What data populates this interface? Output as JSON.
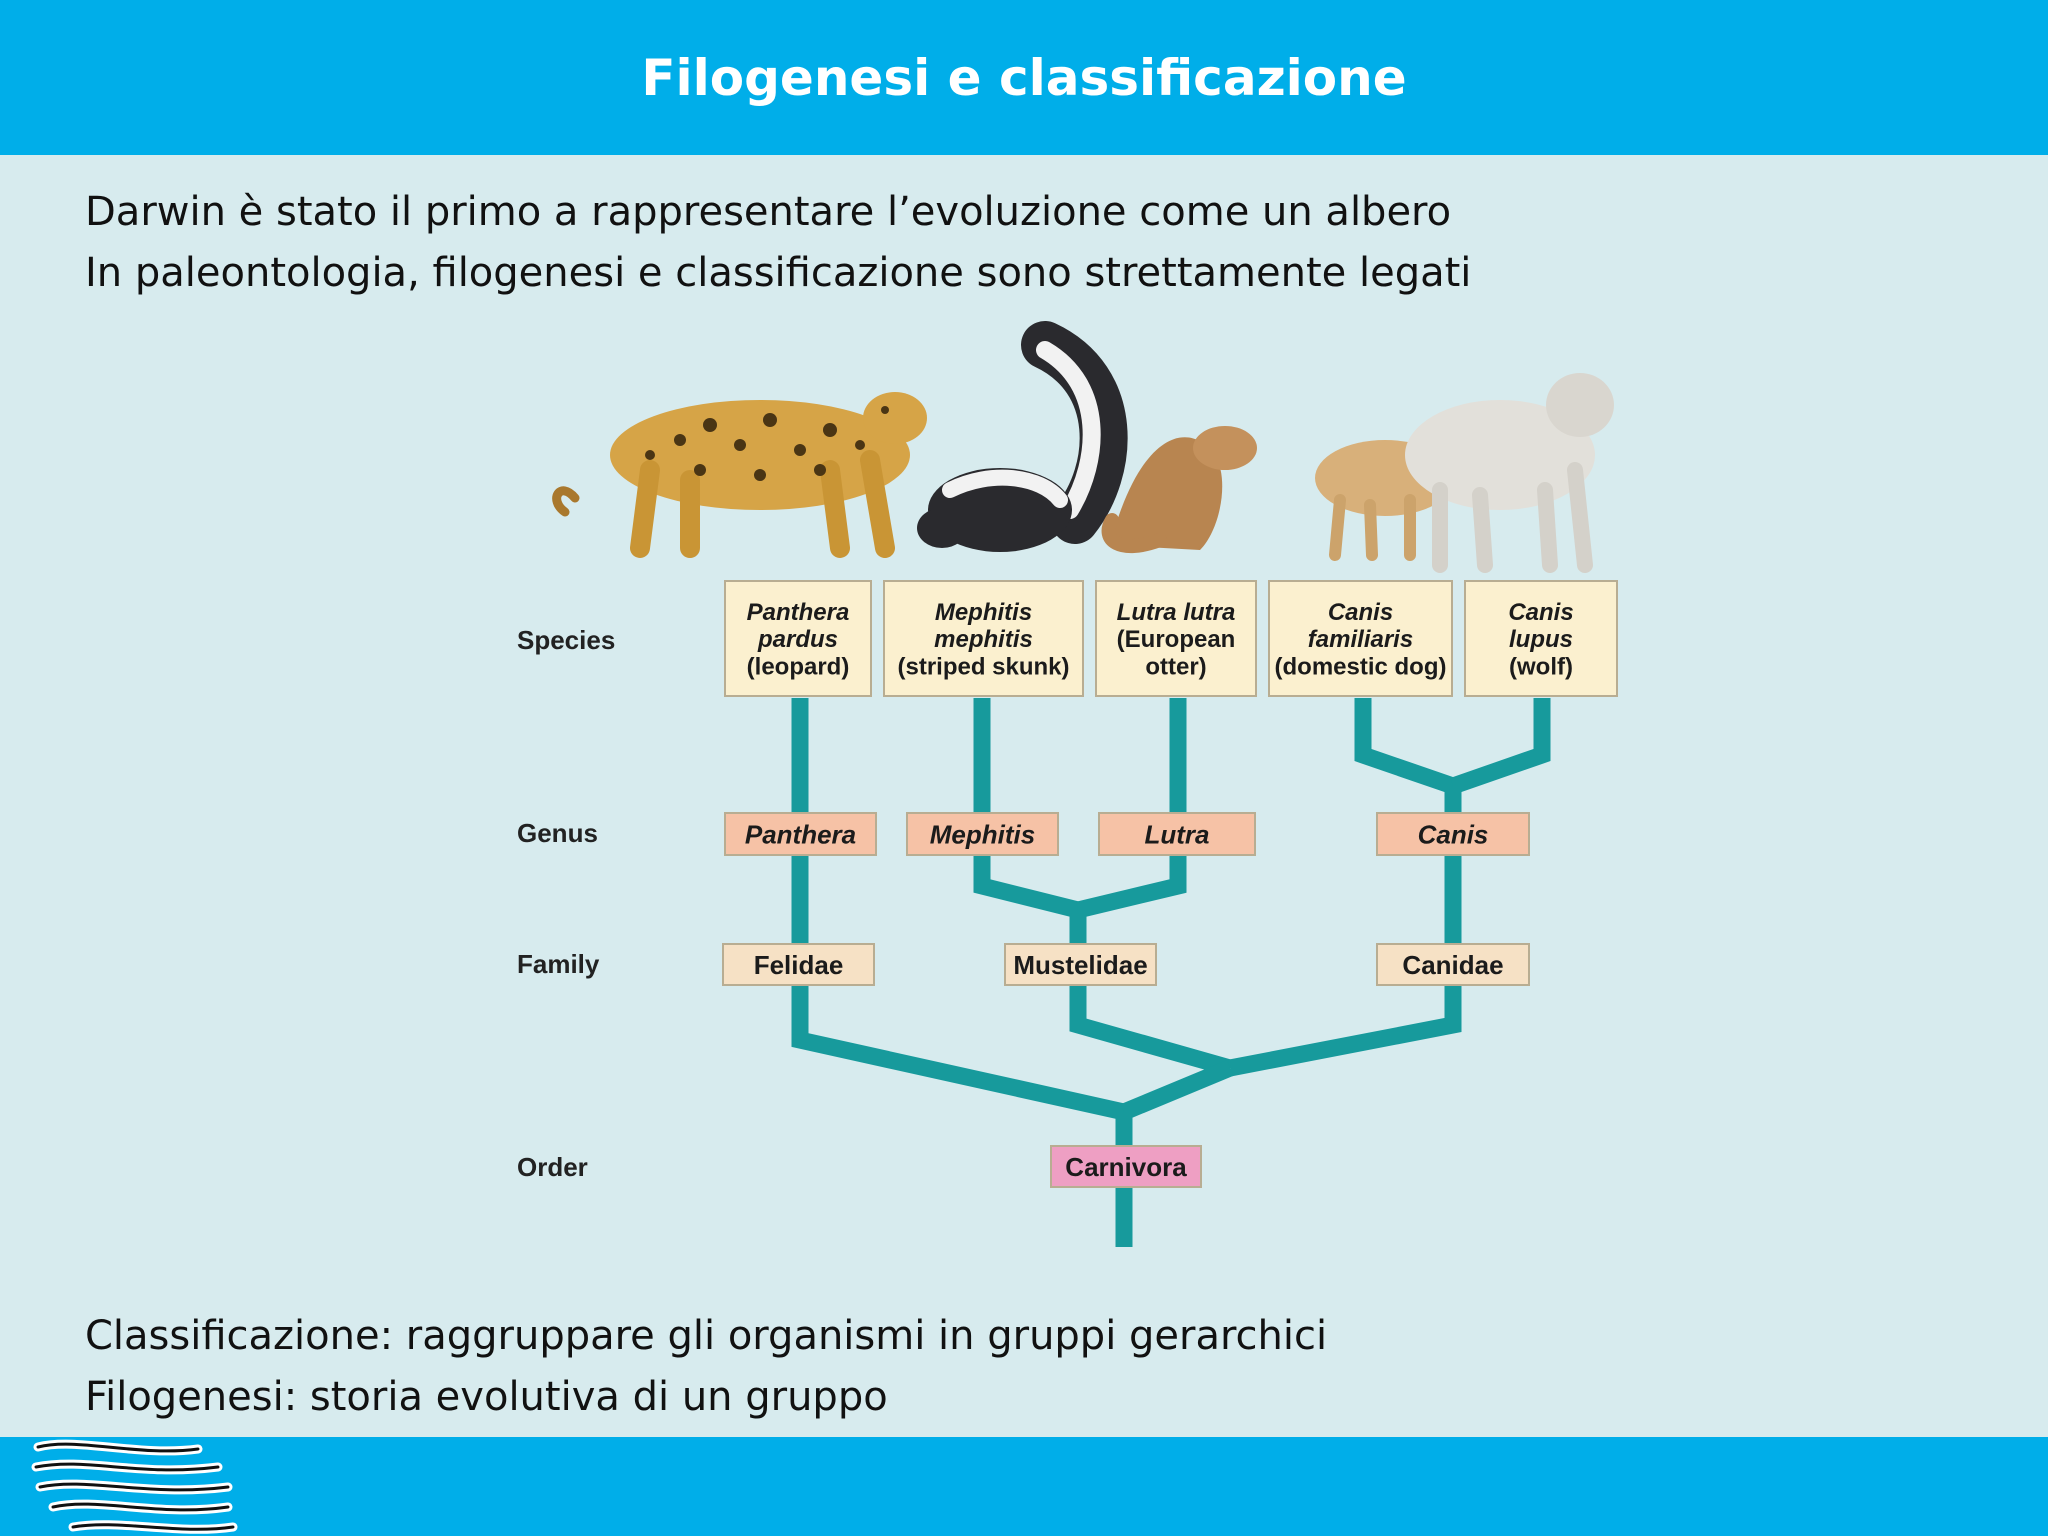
{
  "header": {
    "title": "Filogenesi e classificazione"
  },
  "intro": {
    "line1": "Darwin è stato il primo a rappresentare l’evoluzione come un albero",
    "line2": "In paleontologia, filogenesi e classificazione sono strettamente legati"
  },
  "definitions": {
    "line1": "Classificazione: raggruppare gli organismi in gruppi gerarchici",
    "line2": "Filogenesi: storia evolutiva di un gruppo"
  },
  "tree": {
    "rank_labels": {
      "species": "Species",
      "genus": "Genus",
      "family": "Family",
      "order": "Order"
    },
    "species": [
      {
        "lines": [
          "Panthera",
          "pardus",
          "(leopard)"
        ],
        "italic_lines": 2
      },
      {
        "lines": [
          "Mephitis",
          "mephitis",
          "(striped skunk)"
        ],
        "italic_lines": 2
      },
      {
        "lines": [
          "Lutra lutra",
          "(European",
          "otter)"
        ],
        "italic_lines": 1
      },
      {
        "lines": [
          "Canis",
          "familiaris",
          "(domestic dog)"
        ],
        "italic_lines": 2
      },
      {
        "lines": [
          "Canis",
          "lupus",
          "(wolf)"
        ],
        "italic_lines": 2
      }
    ],
    "genera": [
      "Panthera",
      "Mephitis",
      "Lutra",
      "Canis"
    ],
    "families": [
      "Felidae",
      "Mustelidae",
      "Canidae"
    ],
    "order": "Carnivora",
    "colors": {
      "branch": "#179a9c",
      "species_box": "#fbf0cf",
      "genus_box": "#f6c2a6",
      "family_box": "#f6e1c5",
      "order_box": "#ee9fc3"
    }
  }
}
